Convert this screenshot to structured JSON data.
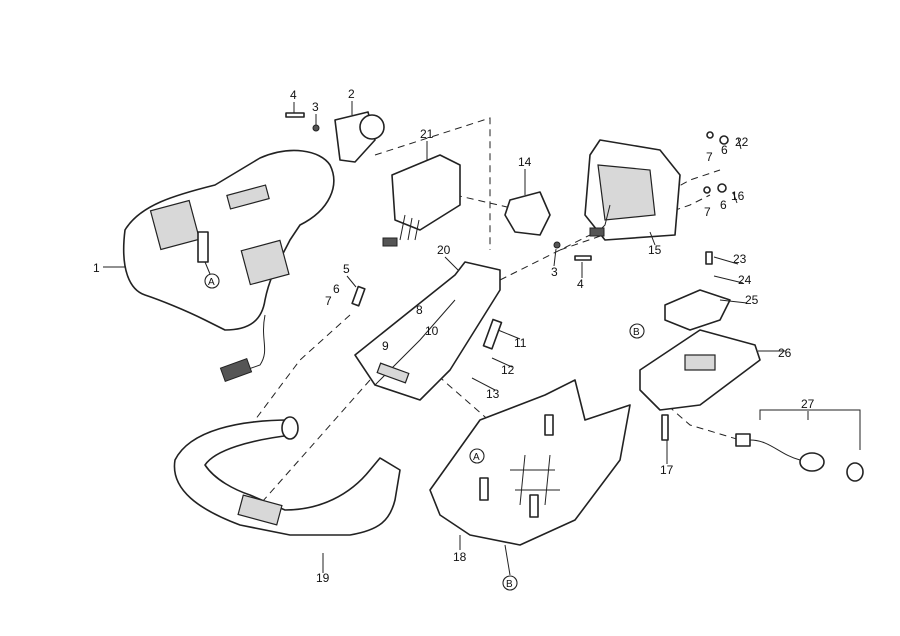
{
  "diagram": {
    "callouts": [
      "4",
      "3",
      "2",
      "21",
      "14",
      "7",
      "6",
      "22",
      "7",
      "6",
      "16",
      "15",
      "3",
      "4",
      "1",
      "A",
      "20",
      "5",
      "6",
      "7",
      "8",
      "9",
      "10",
      "11",
      "12",
      "13",
      "23",
      "24",
      "25",
      "B",
      "26",
      "27",
      "17",
      "19",
      "18",
      "A",
      "B"
    ]
  }
}
